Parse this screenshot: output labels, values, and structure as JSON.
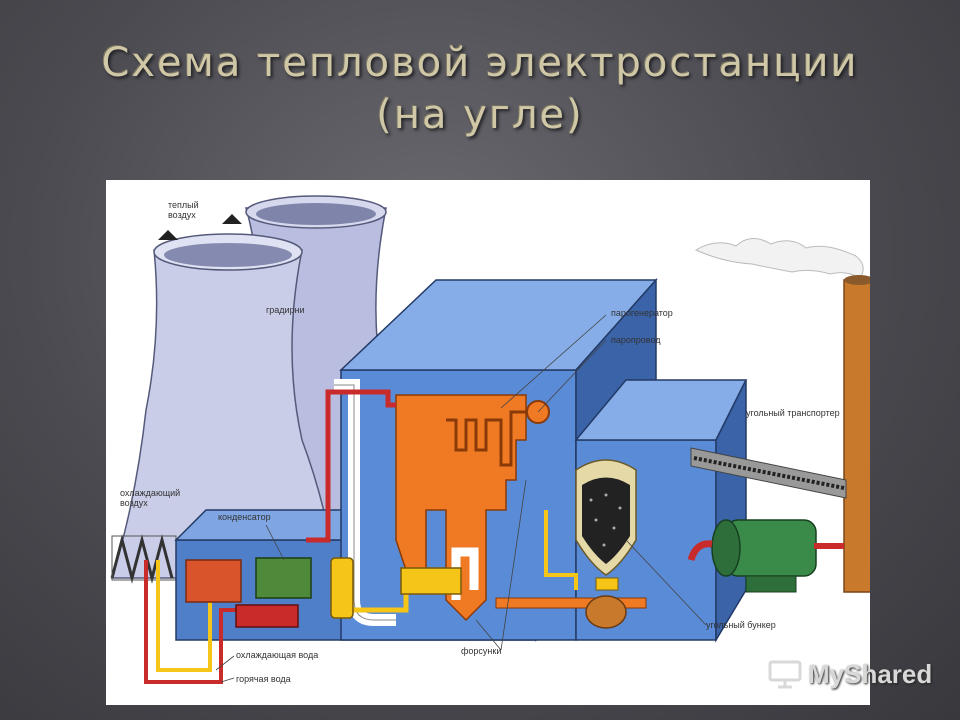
{
  "title": {
    "line1": "Схема тепловой электростанции",
    "line2": "(на угле)"
  },
  "labels": {
    "warm_air": "теплый воздух",
    "cooling_towers": "градирни",
    "steam_generator": "парогенератор",
    "steam_line": "паропровод",
    "coal_conveyor": "угольный транспортер",
    "cooling_air": "охлаждающий воздух",
    "condenser": "конденсатор",
    "coal_bunker": "угольный бункер",
    "burners": "форсунки",
    "cooling_water": "охлаждающая вода",
    "hot_water": "горячая вода"
  },
  "watermark": {
    "text": "MyShared"
  },
  "colors": {
    "building": "#4f7fc9",
    "tower": "#c9cde8",
    "boiler": "#f07a24",
    "pipe_red": "#c92a2a",
    "pipe_yellow": "#f5c518",
    "generator": "#3a8a4a",
    "chimney": "#c8792c"
  }
}
